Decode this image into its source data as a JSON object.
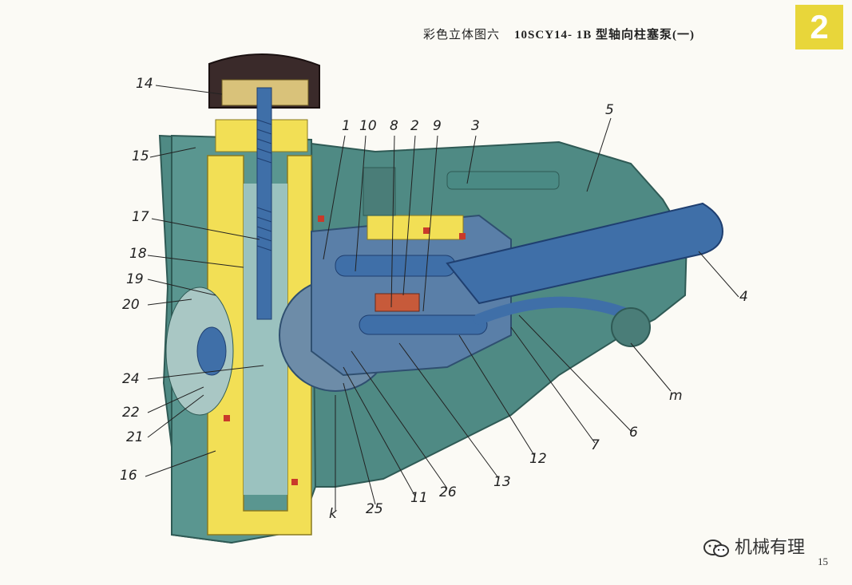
{
  "header": {
    "caption": "彩色立体图六",
    "model": "10SCY14- 1B 型轴向柱塞泵(一)"
  },
  "badge": "2",
  "page_number": "15",
  "watermark": "机械有理",
  "colors": {
    "housing": "#4f8a84",
    "section": "#f2df55",
    "steel": "#3f6fa8",
    "knob": "#3a2a2a"
  },
  "icons": [
    "wechat-icon"
  ],
  "labels": [
    "14",
    "15",
    "17",
    "18",
    "19",
    "20",
    "24",
    "22",
    "21",
    "16",
    "1",
    "10",
    "8",
    "2",
    "9",
    "3",
    "5",
    "4",
    "m",
    "6",
    "7",
    "12",
    "13",
    "26",
    "11",
    "25",
    "k"
  ]
}
